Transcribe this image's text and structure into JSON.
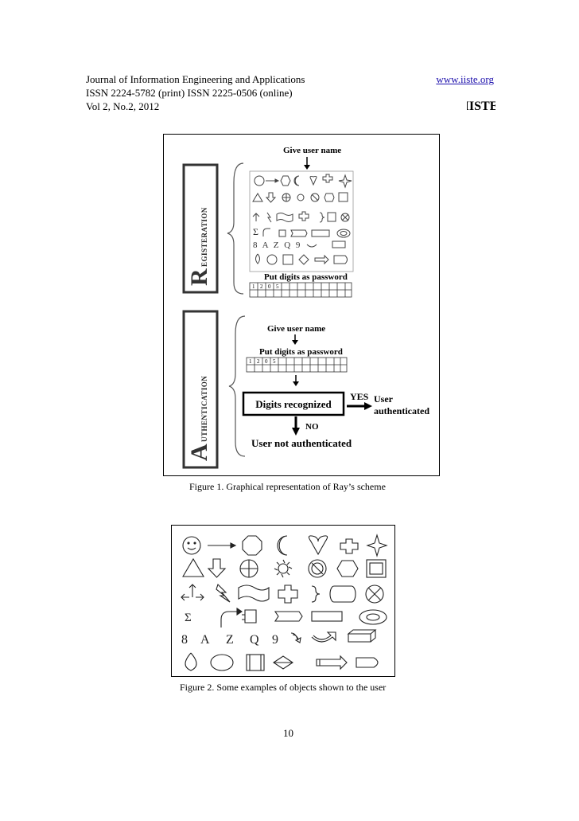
{
  "header": {
    "line1": "Journal of Information Engineering and Applications",
    "line2": "ISSN 2224-5782 (print) ISSN 2225-0506 (online)",
    "line3": "Vol 2, No.2, 2012",
    "url": "www.iiste.org",
    "logo_text": "IISTE"
  },
  "figure1": {
    "registration_side": {
      "initial": "R",
      "rest": "EGISTERATION"
    },
    "authentication_side": {
      "initial": "A",
      "rest": "UTHENTICATION"
    },
    "reg_title": "Give user name",
    "reg_password_label": "Put digits as password",
    "reg_digits": [
      "1",
      "2",
      "0",
      "5"
    ],
    "auth_title": "Give user name",
    "auth_password_label": "Put digits as password",
    "auth_digits": [
      "1",
      "2",
      "0",
      "5"
    ],
    "digits_box": "Digits recognized",
    "yes_label": "YES",
    "user_auth_line1": "User",
    "user_auth_line2": "authenticated",
    "no_label": "NO",
    "not_auth": "User not authenticated",
    "symbols_row4_text": "Σ",
    "symbols_row5_text": "8 A Z Q 9",
    "caption": "Figure 1. Graphical representation of Ray’s scheme"
  },
  "figure2": {
    "row4_sigma": "Σ",
    "row5_chars": [
      "8",
      "A",
      "Z",
      "Q",
      "9"
    ],
    "caption": "Figure 2. Some examples of objects shown to the user"
  },
  "page_number": "10"
}
